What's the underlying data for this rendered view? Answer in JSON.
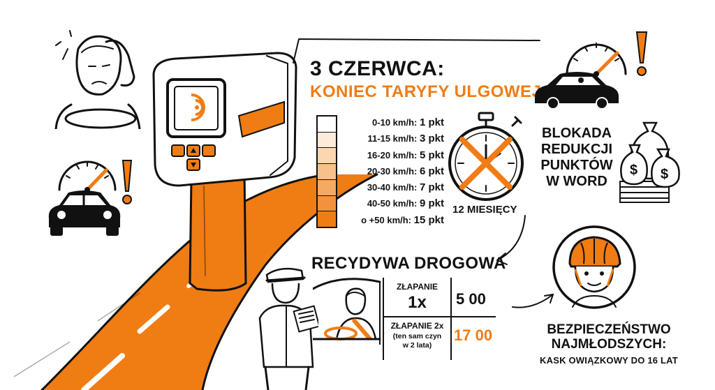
{
  "header": {
    "title": "3 CZERWCA:",
    "subtitle": "KONIEC TARYFY ULGOWEJ"
  },
  "colors": {
    "accent": "#f07c14",
    "ink": "#111111"
  },
  "penalty_tiers": [
    {
      "range": "0-10 km/h:",
      "points": "1 pkt"
    },
    {
      "range": "11-15 km/h:",
      "points": "3 pkt"
    },
    {
      "range": "16-20 km/h:",
      "points": "5 pkt"
    },
    {
      "range": "20-30 km/h:",
      "points": "6 pkt"
    },
    {
      "range": "30-40 km/h:",
      "points": "7 pkt"
    },
    {
      "range": "40-50 km/h:",
      "points": "9 pkt"
    },
    {
      "range": "o +50 km/h:",
      "points": "15 pkt"
    }
  ],
  "tier_shades": [
    "#ffffff",
    "#fdebd9",
    "#fbd6b0",
    "#f8c08a",
    "#f5a963",
    "#f3923c",
    "#f07c14"
  ],
  "timer": {
    "label": "12 MIESIĘCY"
  },
  "blokada": {
    "line1": "BLOKADA",
    "line2": "REDUKCJI",
    "line3": "PUNKTÓW",
    "line4": "W WORD"
  },
  "recidive": {
    "title": "RECYDYWA DROGOWA",
    "first": {
      "caught": "ZŁAPANIE",
      "count": "1x",
      "fine": "5 00"
    },
    "second": {
      "caught": "ZŁAPANIE 2x",
      "note1": "(ten sam czyn",
      "note2": "w 2 lata)",
      "fine": "17 00"
    }
  },
  "safety": {
    "line1": "BEZPIECZEŃSTWO",
    "line2": "NAJMŁODSZYCH:",
    "line3": "KASK OWIĄZKOWY DO 16 LAT"
  },
  "icons": [
    "stressed-driver-icon",
    "speedometer-icon",
    "car-icon",
    "exclamation-icon",
    "speed-gun-icon",
    "road-icon",
    "stopwatch-icon",
    "money-bags-icon",
    "police-officer-icon",
    "driver-in-car-icon",
    "child-helmet-icon",
    "arrow-icon"
  ]
}
